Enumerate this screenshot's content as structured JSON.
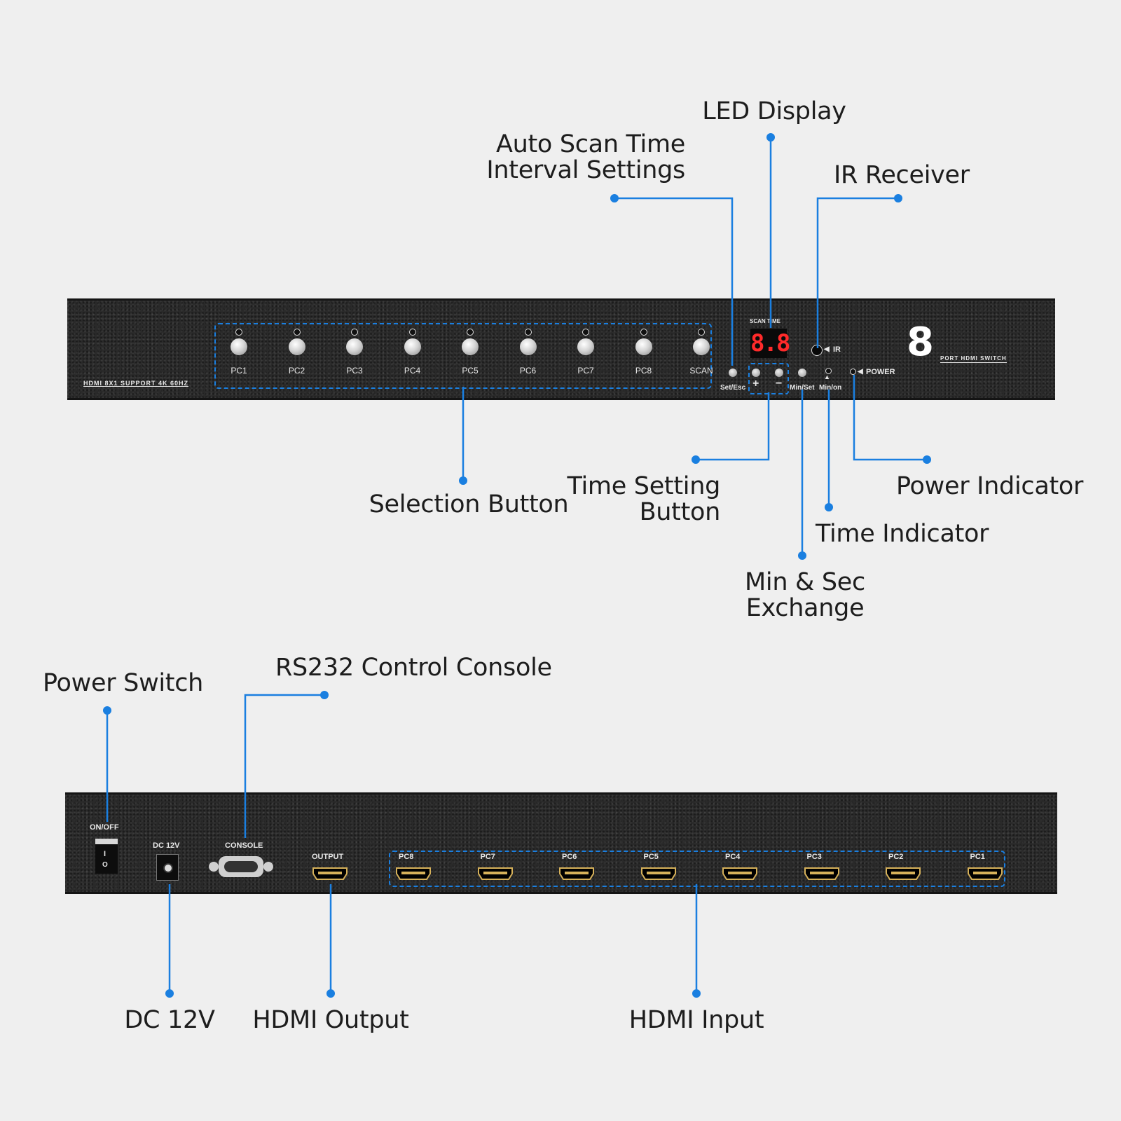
{
  "front_panel": {
    "model_text": "HDMI 8X1 SUPPORT 4K 60HZ",
    "selection_buttons": [
      "PC1",
      "PC2",
      "PC3",
      "PC4",
      "PC5",
      "PC6",
      "PC7",
      "PC8",
      "SCAN"
    ],
    "scan_time_label": "SCAN TIME",
    "led_value": "8.8",
    "ir_label": "IR",
    "power_label": "POWER",
    "set_esc_label": "Set/Esc",
    "plus_label": "+",
    "minus_label": "−",
    "min_set_label": "Min/Set",
    "min_on_label": "Min/on",
    "brand_number": "8",
    "brand_text": "PORT HDMI SWITCH"
  },
  "rear_panel": {
    "on_off_label": "ON/OFF",
    "switch_on": "I",
    "switch_off": "O",
    "dc_label": "DC 12V",
    "console_label": "CONSOLE",
    "output_label": "OUTPUT",
    "inputs": [
      "PC8",
      "PC7",
      "PC6",
      "PC5",
      "PC4",
      "PC3",
      "PC2",
      "PC1"
    ]
  },
  "callouts": {
    "led_display": "LED Display",
    "auto_scan_line1": "Auto Scan Time",
    "auto_scan_line2": "Interval Settings",
    "ir_receiver": "IR Receiver",
    "selection_button": "Selection Button",
    "time_setting_line1": "Time Setting",
    "time_setting_line2": "Button",
    "power_indicator": "Power Indicator",
    "time_indicator": "Time Indicator",
    "min_sec_line1": "Min & Sec",
    "min_sec_line2": "Exchange",
    "power_switch": "Power Switch",
    "rs232": "RS232 Control Console",
    "dc_12v": "DC 12V",
    "hdmi_output": "HDMI Output",
    "hdmi_input": "HDMI Input"
  },
  "colors": {
    "accent": "#1a7fe0",
    "panel": "#2a2a2a",
    "led": "#ff2a2a",
    "background": "#efefef"
  }
}
